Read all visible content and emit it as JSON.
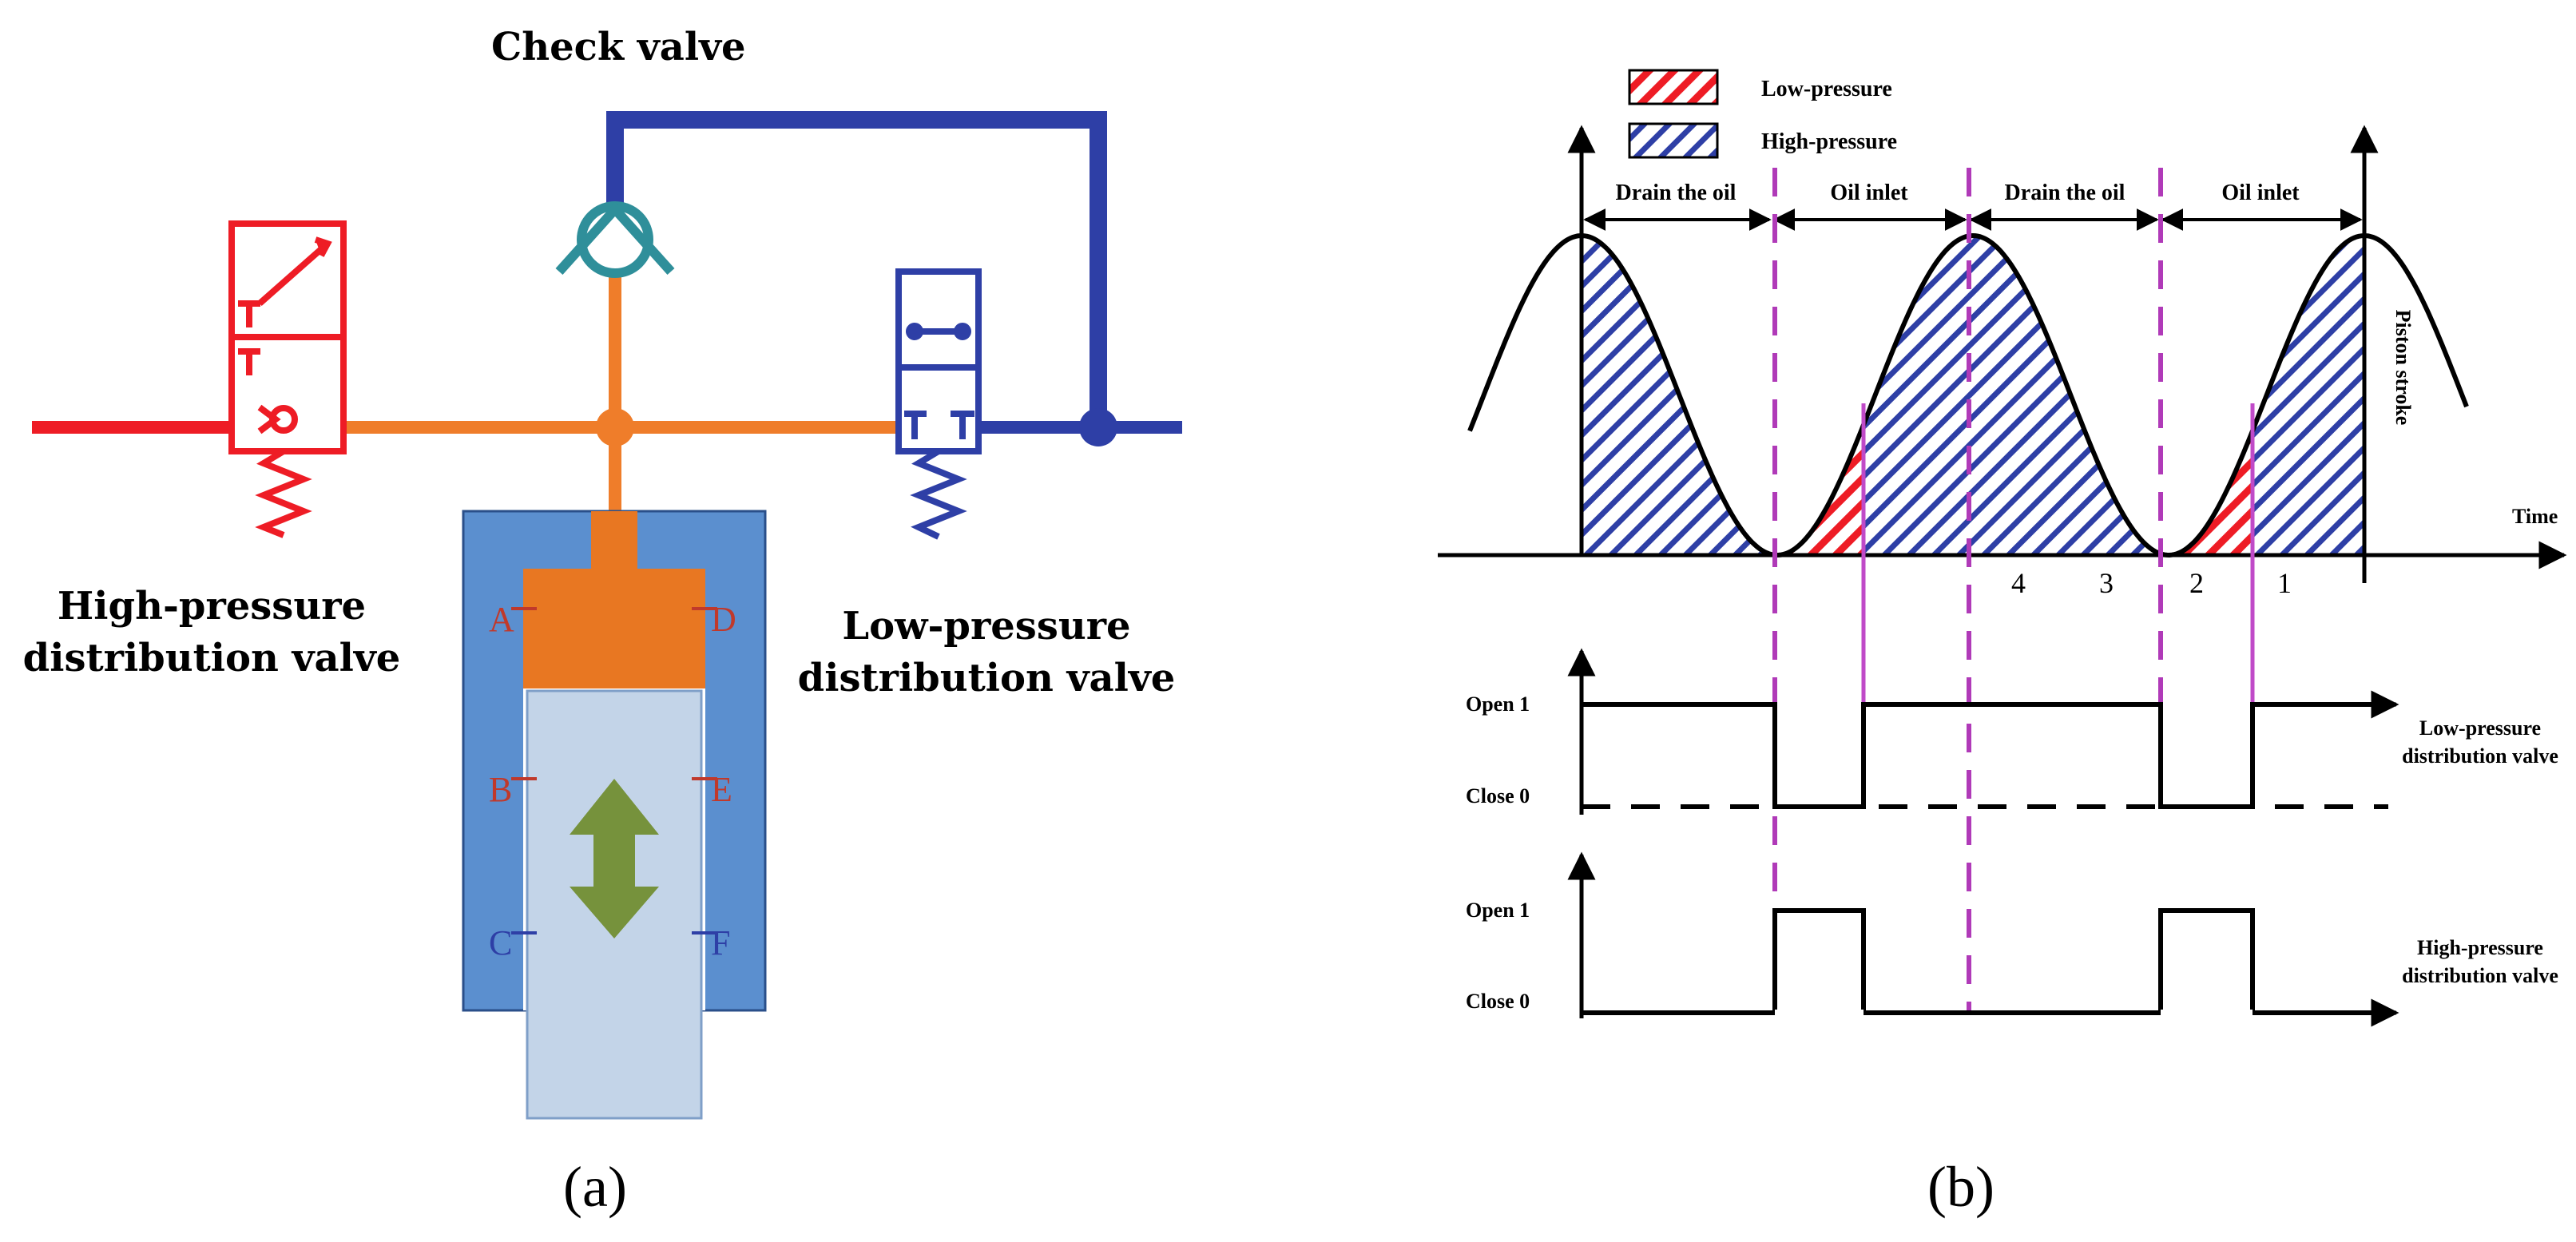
{
  "panel_a": {
    "caption": "(a)",
    "check_valve_label": "Check valve",
    "high_pressure_label_line1": "High-pressure",
    "high_pressure_label_line2": "distribution valve",
    "low_pressure_label_line1": "Low-pressure",
    "low_pressure_label_line2": "distribution valve",
    "ports_left": [
      "A",
      "B",
      "C"
    ],
    "ports_right": [
      "D",
      "E",
      "F"
    ],
    "colors": {
      "high_pressure_line": "#ee1c25",
      "oil_line": "#ef7d2a",
      "low_pressure_line": "#2e3fa6",
      "check_valve": "#2f8f9a",
      "cylinder": "#5b8fcf",
      "piston": "#e87722",
      "plunger": "#c3d4e8",
      "arrow": "#76923c"
    }
  },
  "panel_b": {
    "caption": "(b)",
    "legend": [
      {
        "label": "Low-pressure",
        "color": "#ee1c25"
      },
      {
        "label": "High-pressure",
        "color": "#2e3fa6"
      }
    ],
    "phases": [
      "Drain the oil",
      "Oil inlet",
      "Drain the oil",
      "Oil inlet"
    ],
    "y_axis_label": "Piston stroke",
    "x_axis_label": "Time",
    "region_numbers": [
      "4",
      "3",
      "2",
      "1"
    ],
    "low_valve_levels": {
      "open": "Open 1",
      "close": "Close 0"
    },
    "low_valve_label_line1": "Low-pressure",
    "low_valve_label_line2": "distribution valve",
    "high_valve_levels": {
      "open": "Open 1",
      "close": "Close 0"
    },
    "high_valve_label_line1": "High-pressure",
    "high_valve_label_line2": "distribution valve",
    "marker_colors": {
      "dashed": "#b03ab8",
      "solid": "#c04ac8"
    }
  }
}
